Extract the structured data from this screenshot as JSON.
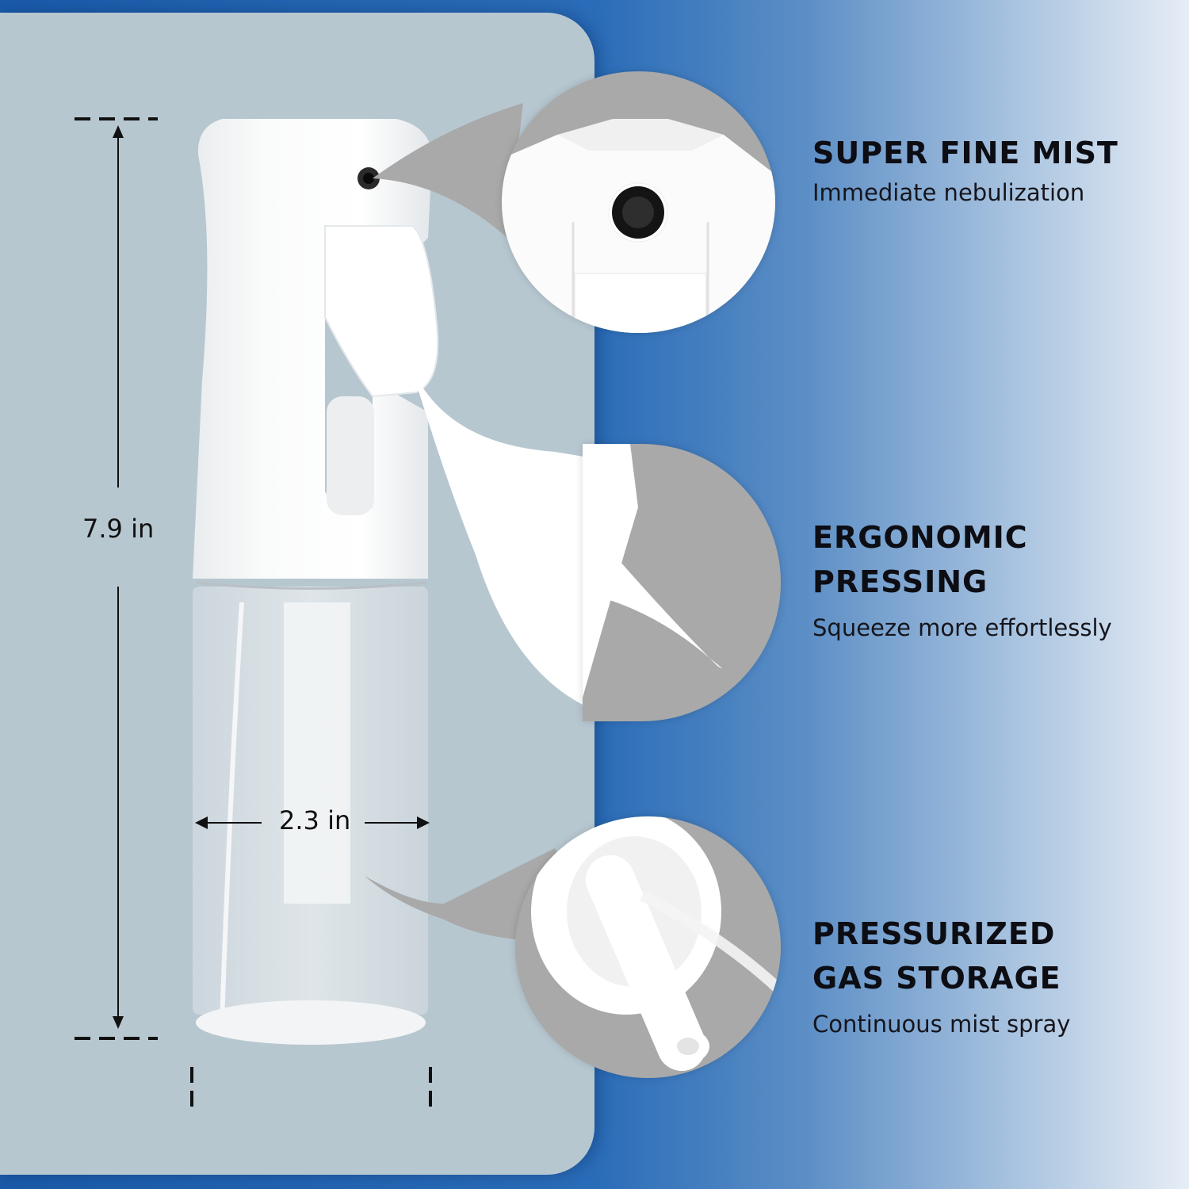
{
  "dimensions": {
    "height_label": "7.9 in",
    "width_label": "2.3 in"
  },
  "features": [
    {
      "title": "SUPER FINE MIST",
      "subtitle": "Immediate nebulization"
    },
    {
      "title": "ERGONOMIC\nPRESSING",
      "subtitle": "Squeeze more effortlessly"
    },
    {
      "title": "PRESSURIZED\nGAS STORAGE",
      "subtitle": "Continuous mist spray"
    }
  ],
  "colors": {
    "background_blue": "#1a5aa8",
    "panel": "#b7c7d0",
    "callout_gray": "#a9a9a9",
    "text": "#0d0d14"
  }
}
